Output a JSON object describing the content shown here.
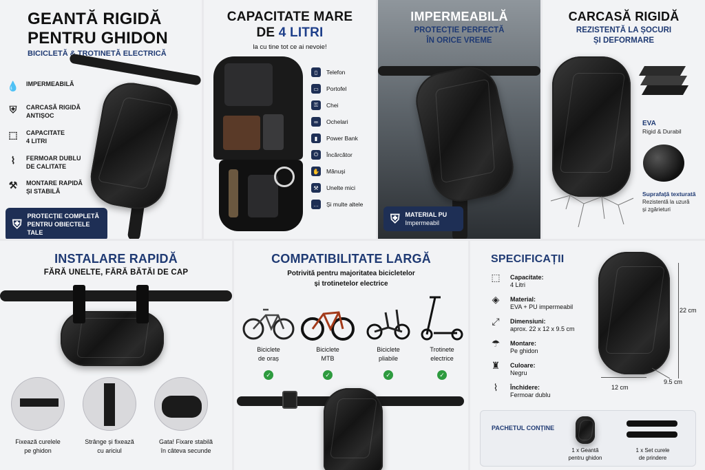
{
  "p1": {
    "title1": "GEANTĂ RIGIDĂ",
    "title2": "PENTRU GHIDON",
    "subtitle": "BICICLETĂ & TROTINETĂ ELECTRICĂ",
    "features": [
      {
        "icon": "water-drop-icon",
        "l1": "IMPERMEABILĂ",
        "l2": ""
      },
      {
        "icon": "shield-check-icon",
        "l1": "CARCASĂ RIGIDĂ",
        "l2": "ANTIȘOC"
      },
      {
        "icon": "box-icon",
        "l1": "CAPACITATE",
        "l2": "4 LITRI"
      },
      {
        "icon": "zipper-icon",
        "l1": "FERMOAR DUBLU",
        "l2": "DE CALITATE"
      },
      {
        "icon": "tools-icon",
        "l1": "MONTARE RAPIDĂ",
        "l2": "ȘI STABILĂ"
      }
    ],
    "badge_l1": "PROTECȚIE COMPLETĂ",
    "badge_l2": "PENTRU OBIECTELE TALE"
  },
  "p2": {
    "title1": "CAPACITATE MARE",
    "title2a": "DE ",
    "title2b": "4 LITRI",
    "tagline": "la cu tine tot ce ai nevoie!",
    "items": [
      "Telefon",
      "Portofel",
      "Chei",
      "Ochelari",
      "Power Bank",
      "Încărcător",
      "Mănuși",
      "Unelte mici",
      "Și multe altele"
    ]
  },
  "p3": {
    "title": "IMPERMEABILĂ",
    "sub1": "PROTECȚIE PERFECTĂ",
    "sub2": "ÎN ORICE VREME",
    "badge_l1": "MATERIAL PU",
    "badge_l2": "Impermeabil"
  },
  "p4": {
    "title": "CARCASĂ RIGIDĂ",
    "sub1": "REZISTENTĂ LA ȘOCURI",
    "sub2": "ȘI DEFORMARE",
    "eva_title": "EVA",
    "eva_text": "Rigid & Durabil",
    "tex_title": "Suprafață texturată",
    "tex_l1": "Rezistentă la uzură",
    "tex_l2": "și zgârieturi"
  },
  "p5": {
    "title": "INSTALARE RAPIDĂ",
    "sub": "FĂRĂ UNELTE, FĂRĂ BĂTĂI DE CAP",
    "steps": [
      {
        "l1": "Fixează curelele",
        "l2": "pe ghidon"
      },
      {
        "l1": "Strânge și fixează",
        "l2": "cu ariciul"
      },
      {
        "l1": "Gata! Fixare stabilă",
        "l2": "în câteva secunde"
      }
    ]
  },
  "p6": {
    "title": "COMPATIBILITATE LARGĂ",
    "sub1": "Potrivită pentru majoritatea bicicletelor",
    "sub2": "și trotinetelor electrice",
    "vehicles": [
      {
        "l1": "Biciclete",
        "l2": "de oraș"
      },
      {
        "l1": "Biciclete",
        "l2": "MTB"
      },
      {
        "l1": "Biciclete",
        "l2": "pliabile"
      },
      {
        "l1": "Trotinete",
        "l2": "electrice"
      }
    ]
  },
  "p7": {
    "title": "SPECIFICAȚII",
    "specs": [
      {
        "icon": "box-icon",
        "label": "Capacitate:",
        "value": "4 Litri"
      },
      {
        "icon": "material-icon",
        "label": "Material:",
        "value": "EVA + PU impermeabil"
      },
      {
        "icon": "ruler-icon",
        "label": "Dimensiuni:",
        "value": "aprox. 22 x 12 x 9.5 cm"
      },
      {
        "icon": "mount-icon",
        "label": "Montare:",
        "value": "Pe ghidon"
      },
      {
        "icon": "color-icon",
        "label": "Culoare:",
        "value": "Negru"
      },
      {
        "icon": "zipper-icon",
        "label": "Închidere:",
        "value": "Fermoar dublu"
      }
    ],
    "dim_height": "22 cm",
    "dim_width": "12 cm",
    "dim_depth": "9.5 cm",
    "package_title": "PACHETUL CONȚINE",
    "pkg1_l1": "1 x Geantă",
    "pkg1_l2": "pentru ghidon",
    "pkg2_l1": "1 x Set curele",
    "pkg2_l2": "de prindere"
  }
}
